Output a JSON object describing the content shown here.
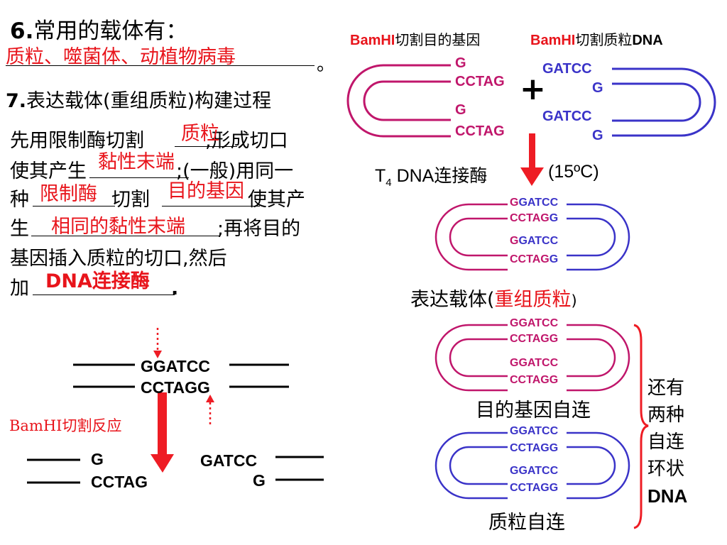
{
  "left": {
    "title6_num": "6.",
    "title6_text": "常用的载体有：",
    "answer_vectors": "质粒、噬菌体、动植物病毒",
    "period_cn": "。",
    "title7_num": "7.",
    "title7_text": "表达载体(重组质粒)构建过程",
    "para_l1_a": "先用限制酶切割",
    "ans_plasmid": "质粒",
    "para_l1_b": ",形成切口",
    "para_l2_a": "使其产生",
    "ans_sticky": "黏性末端",
    "para_l2_b": ";(一般)用同一",
    "para_l3_a": "种",
    "ans_enzyme": "限制酶",
    "para_l3_b": "切割",
    "ans_gene": "目的基因",
    "para_l3_c": "使其产",
    "para_l4_a": "生",
    "ans_same_sticky": "相同的黏性末端",
    "para_l4_b": ";再将目的",
    "para_l5": "基因插入质粒的切口,然后",
    "para_l6_a": "加",
    "ans_ligase": "DNA连接酶",
    "para_l6_b": "."
  },
  "cut_diagram": {
    "top_seq": "GGATCC",
    "bottom_seq": "CCTAGG",
    "reaction_label": "BamHI切割反应",
    "frag_left_top": "G",
    "frag_left_bottom": "CCTAG",
    "frag_right_top": "GATCC",
    "frag_right_bottom": "G"
  },
  "right": {
    "header_gene_enzyme": "BamHI",
    "header_gene_text": "切割目的基因",
    "header_plasmid_enzyme": "BamHI",
    "header_plasmid_text": "切割质粒",
    "header_plasmid_dna": "DNA",
    "gene_g1": "G",
    "gene_cctag1": "CCTAG",
    "gene_g2": "G",
    "gene_cctag2": "CCTAG",
    "plasmid_gatcc1": "GATCC",
    "plasmid_g1": "G",
    "plasmid_gatcc2": "GATCC",
    "plasmid_g2": "G",
    "plus": "+",
    "ligase_t": "T",
    "ligase_sub": "4",
    "ligase_text": " DNA连接酶",
    "ligase_temp": "(15ºC)",
    "ligated_g": "G",
    "ligated_gatcc": "GATCC",
    "ligated_cctag": "CCTAG",
    "ligated_g_end": "G",
    "vector_label_a": "表达载体(",
    "vector_label_b": "重组质粒",
    "vector_label_c": ")",
    "self_seq_top": "GGATCC",
    "self_seq_bottom": "CCTAGG",
    "gene_self_label": "目的基因自连",
    "plasmid_self_label": "质粒自连",
    "other_label_lines": [
      "还有",
      "两种",
      "自连",
      "环状",
      "DNA"
    ]
  },
  "colors": {
    "answer_red": "#e8141b",
    "gene_magenta": "#c0166b",
    "plasmid_blue": "#3a33c8",
    "arrow_red": "#ee1c24"
  }
}
